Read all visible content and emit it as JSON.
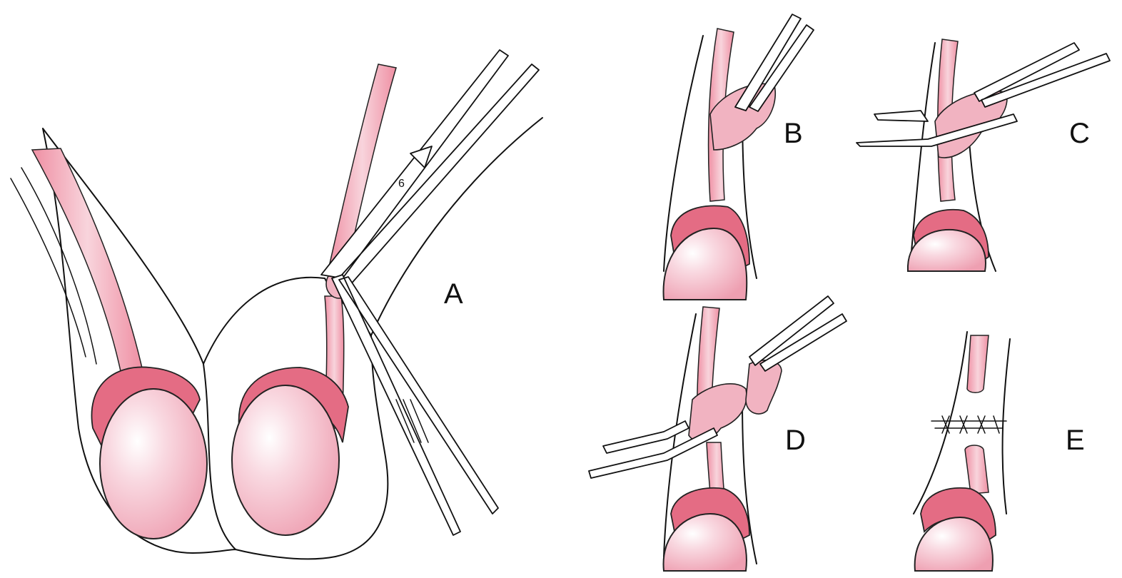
{
  "figure": {
    "panels": [
      {
        "id": "A",
        "label": "A"
      },
      {
        "id": "B",
        "label": "B"
      },
      {
        "id": "C",
        "label": "C"
      },
      {
        "id": "D",
        "label": "D"
      },
      {
        "id": "E",
        "label": "E"
      }
    ]
  },
  "colors": {
    "cord_light": "#f8d4dc",
    "cord_dark": "#ef8fa3",
    "tunica": "#e46c84",
    "testis_center": "#ffffff",
    "testis_edge": "#ee9fb1",
    "outline": "#111111",
    "background": "#ffffff"
  },
  "icons": [
    "forceps-icon",
    "scissors-icon",
    "clamp-icon",
    "suture-icon"
  ]
}
